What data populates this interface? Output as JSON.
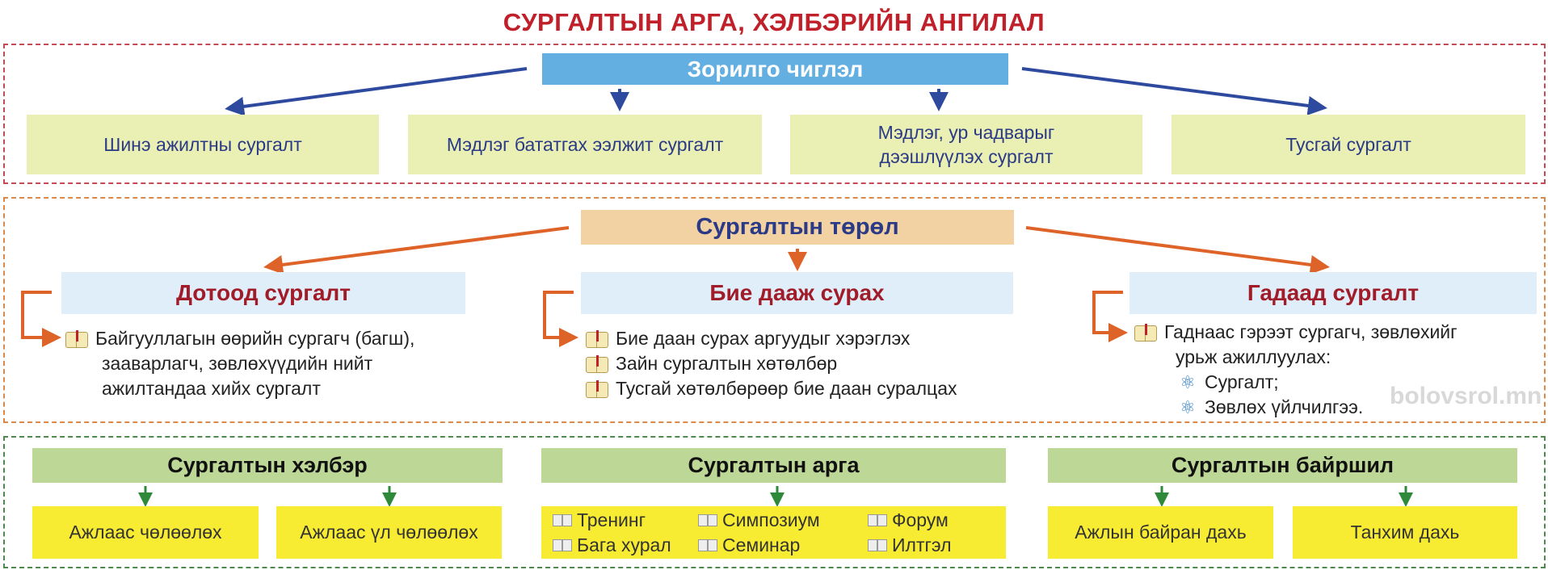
{
  "title": "СУРГАЛТЫН АРГА, ХЭЛБЭРИЙН АНГИЛАЛ",
  "purpose": {
    "header": "Зорилго чиглэл",
    "items": [
      "Шинэ ажилтны сургалт",
      "Мэдлэг бататгах ээлжит сургалт",
      "Мэдлэг, ур чадварыг дээшлүүлэх сургалт",
      "Тусгай сургалт"
    ]
  },
  "types": {
    "header": "Сургалтын төрөл",
    "internal": {
      "title": "Дотоод сургалт",
      "lines": [
        "Байгууллагын өөрийн сургагч (багш),",
        "зааварлагч, зөвлөхүүдийн нийт",
        "ажилтандаа хийх сургалт"
      ]
    },
    "self": {
      "title": "Бие дааж сурах",
      "items": [
        "Бие даан сурах аргуудыг хэрэглэх",
        "Зайн сургалтын хөтөлбөр",
        "Тусгай хөтөлбөрөөр бие даан суралцах"
      ]
    },
    "external": {
      "title": "Гадаад сургалт",
      "lines": [
        "Гаднаас гэрээт сургагч, зөвлөхийг",
        "урьж ажиллуулах:"
      ],
      "subitems": [
        "Сургалт;",
        "Зөвлөх үйлчилгээ."
      ]
    }
  },
  "form": {
    "header": "Сургалтын хэлбэр",
    "items": [
      "Ажлаас чөлөөлөх",
      "Ажлаас үл чөлөөлөх"
    ]
  },
  "method": {
    "header": "Сургалтын арга",
    "items": [
      "Тренинг",
      "Бага хурал",
      "Симпозиум",
      "Семинар",
      "Форум",
      "Илтгэл"
    ]
  },
  "location": {
    "header": "Сургалтын байршил",
    "items": [
      "Ажлын байран дахь",
      "Танхим дахь"
    ]
  },
  "watermark": "bolovsrol.mn",
  "colors": {
    "red": "#c0202a",
    "blue_header": "#64afe2",
    "peach": "#f2d1a2",
    "green": "#bcd796",
    "yellow": "#f8ec33",
    "arrow_blue": "#2e4a9e",
    "arrow_orange": "#de6328",
    "arrow_green": "#2e8a3a"
  }
}
